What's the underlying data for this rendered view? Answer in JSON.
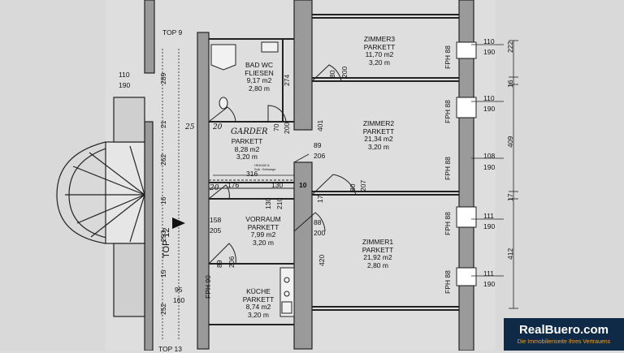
{
  "rooms": {
    "zimmer3": {
      "name": "ZIMMER3",
      "floor": "PARKETT",
      "area": "11,70 m2",
      "height": "3,20 m"
    },
    "zimmer2": {
      "name": "ZIMMER2",
      "floor": "PARKETT",
      "area": "21,34 m2",
      "height": "3,20 m"
    },
    "zimmer1": {
      "name": "ZIMMER1",
      "floor": "PARKETT",
      "area": "21,92 m2",
      "height": "2,80 m"
    },
    "bad": {
      "name": "BAD WC",
      "floor": "FLIESEN",
      "area": "9,17 m2",
      "height": "2,80 m"
    },
    "garder": {
      "name": "GARDER",
      "floor": "PARKETT",
      "area": "8,28 m2",
      "height": "3,20 m"
    },
    "vorraum": {
      "name": "VORRAUM",
      "floor": "PARKETT",
      "area": "7,99 m2",
      "height": "3,20 m"
    },
    "kueche": {
      "name": "KÜCHE",
      "floor": "PARKETT",
      "area": "8,74 m2",
      "height": "3,20 m"
    }
  },
  "labels": {
    "top9": "TOP 9",
    "top12": "TOP 12",
    "top13": "TOP 13",
    "fph88": "FPH 88",
    "fph90": "FPH 90",
    "handwritten_20a": "20",
    "handwritten_20b": "20",
    "handwritten_25": "25",
    "beam_note": "HEA160 &",
    "beam_note2": "Sub. Gehwege"
  },
  "dimensions": {
    "w110a": "110",
    "w190a": "190",
    "w110b": "110",
    "w190b": "190",
    "w108": "108",
    "w190c": "190",
    "w111a": "111",
    "w190d": "190",
    "w111b": "111",
    "w190e": "190",
    "left110": "110",
    "left190": "190",
    "d289": "289",
    "d274": "274",
    "d200a": "200",
    "d80a": "80",
    "d70": "70",
    "d200b": "200",
    "d401": "401",
    "d89": "89",
    "d206a": "206",
    "d316": "316",
    "d176": "176",
    "d130a": "130",
    "d10": "10",
    "d80b": "80",
    "d207": "207",
    "d17a": "17",
    "d130b": "130",
    "d210": "210",
    "d158": "158",
    "d205": "205",
    "d88": "88",
    "d200c": "200",
    "d420": "420",
    "d89b": "89",
    "d206b": "206",
    "d95": "95",
    "d160": "160",
    "d262": "262",
    "d16a": "16",
    "d253": "253",
    "d15": "15",
    "d252": "252",
    "d222": "222",
    "d16b": "16",
    "d409": "409",
    "d17b": "17",
    "d412": "412",
    "d21": "21"
  },
  "brand": {
    "name": "RealBuero.com",
    "tagline": "Die Immobilienseite Ihres Vertrauens",
    "bg_color": "#0e2a47",
    "tag_color": "#e8a136"
  }
}
